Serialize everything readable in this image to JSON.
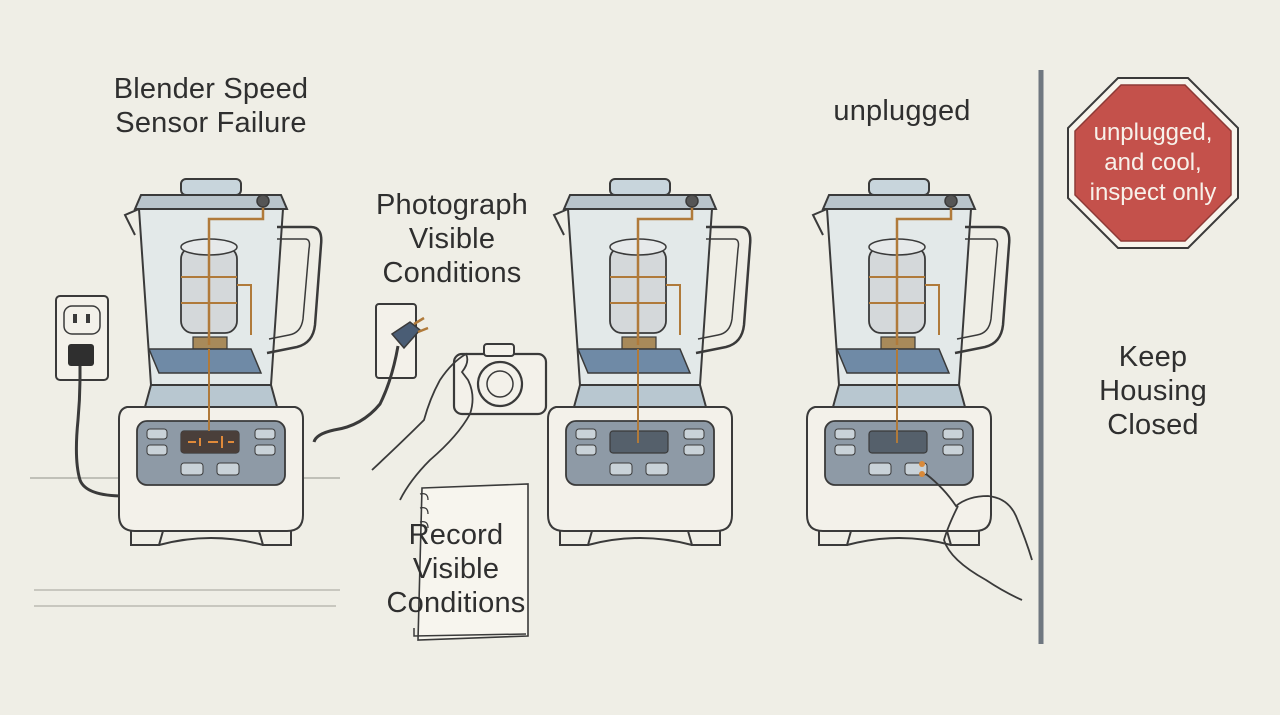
{
  "title": {
    "line1": "Blender Speed",
    "line2": "Sensor Failure"
  },
  "step_photograph": {
    "line1": "Photograph",
    "line2": "Visible",
    "line3": "Conditions"
  },
  "step_record": {
    "line1": "Record",
    "line2": "Visible",
    "line3": "Conditions"
  },
  "step_unplugged": "unplugged",
  "stop_sign": {
    "line1": "unplugged,",
    "line2": "and cool,",
    "line3": "inspect only",
    "color": "#c4514b"
  },
  "keep_closed": {
    "line1": "Keep",
    "line2": "Housing",
    "line3": "Closed"
  },
  "colors": {
    "background": "#efeee6",
    "ink": "#3a3a3a",
    "panel": "#8e9aa6",
    "glass": "#dfe7ea",
    "wire": "#b07a3a",
    "divider": "#6f7780"
  }
}
